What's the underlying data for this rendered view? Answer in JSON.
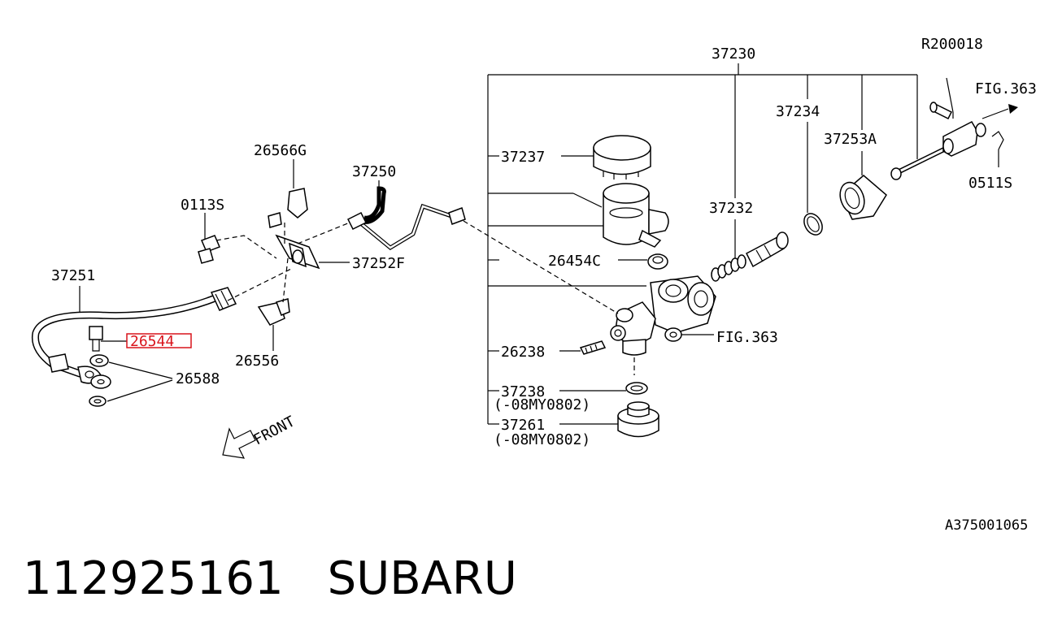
{
  "diagram": {
    "labels": {
      "l37230": "37230",
      "lR200018": "R200018",
      "lFIG363a": "FIG.363",
      "l37234": "37234",
      "l37253A": "37253A",
      "l0511S": "0511S",
      "l26566G": "26566G",
      "l37250": "37250",
      "l0113S": "0113S",
      "l37237": "37237",
      "l37232": "37232",
      "l37252F": "37252F",
      "l26454C": "26454C",
      "l37251": "37251",
      "l26544": "26544",
      "l26556": "26556",
      "l26588": "26588",
      "lFIG363b": "FIG.363",
      "l26238": "26238",
      "l37238": "37238",
      "l37238note": "(-08MY0802)",
      "l37261": "37261",
      "l37261note": "(-08MY0802)",
      "front": "FRONT",
      "figure_id": "A375001065"
    },
    "highlight_color": "#d9141c"
  },
  "footer": {
    "part_number": "112925161",
    "brand": "SUBARU"
  }
}
